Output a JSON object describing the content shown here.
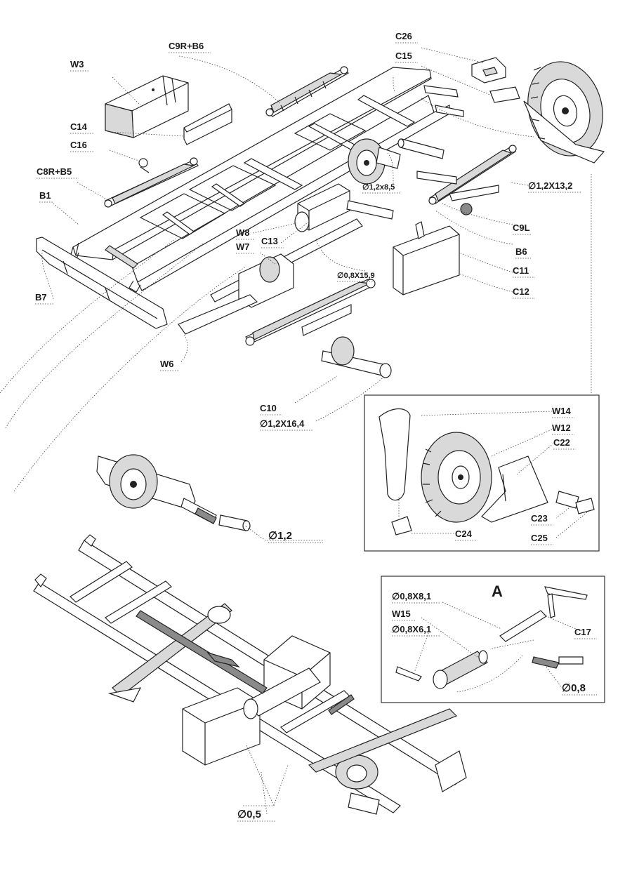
{
  "labels": {
    "W3": "W3",
    "C9R_B6": "C9R+B6",
    "C26": "C26",
    "C15": "C15",
    "C14": "C14",
    "C16": "C16",
    "C8R_B5": "C8R+B5",
    "B1": "B1",
    "B7": "B7",
    "W8": "W8",
    "C13": "C13",
    "W7": "W7",
    "W6": "W6",
    "d_1_2x8_5": "∅1,2x8,5",
    "d_1_2x13_2": "∅1,2X13,2",
    "C9L": "C9L",
    "B6": "B6",
    "C11": "C11",
    "C12": "C12",
    "d_0_8x15_9": "∅0,8X15,9",
    "C10": "C10",
    "d_1_2x16_4": "∅1,2X16,4",
    "d_1_2": "∅1,2",
    "d_0_5": "∅0,5"
  },
  "spare_wheel_box": {
    "W14": "W14",
    "W12": "W12",
    "C22": "C22",
    "C23": "C23",
    "C25": "C25",
    "C24": "C24"
  },
  "detail_a": {
    "title": "A",
    "d_0_8x8_1": "∅0,8X8,1",
    "W15": "W15",
    "d_0_8x6_1": "∅0,8X6,1",
    "C17": "C17",
    "d_0_8": "∅0,8"
  }
}
